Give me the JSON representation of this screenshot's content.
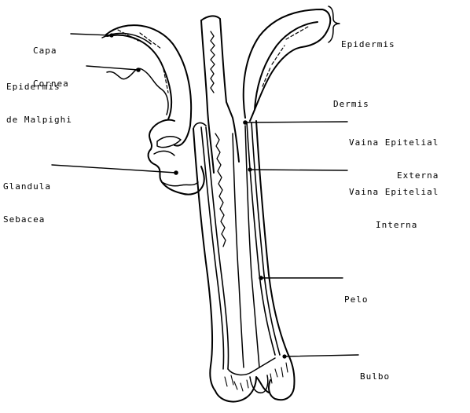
{
  "labels": {
    "capa_cornea": [
      "Capa",
      "Cornea"
    ],
    "epidermis_malpighi": [
      "Epidermis",
      "de Malpighi"
    ],
    "glandula_sebacea": [
      "Glandula",
      "Sebacea"
    ],
    "epidermis": "Epidermis",
    "dermis": "Dermis",
    "vaina_externa": [
      "Vaina Epitelial",
      "Externa"
    ],
    "vaina_interna": [
      "Vaina Epitelial",
      "Interna"
    ],
    "pelo": "Pelo",
    "bulbo": "Bulbo"
  }
}
